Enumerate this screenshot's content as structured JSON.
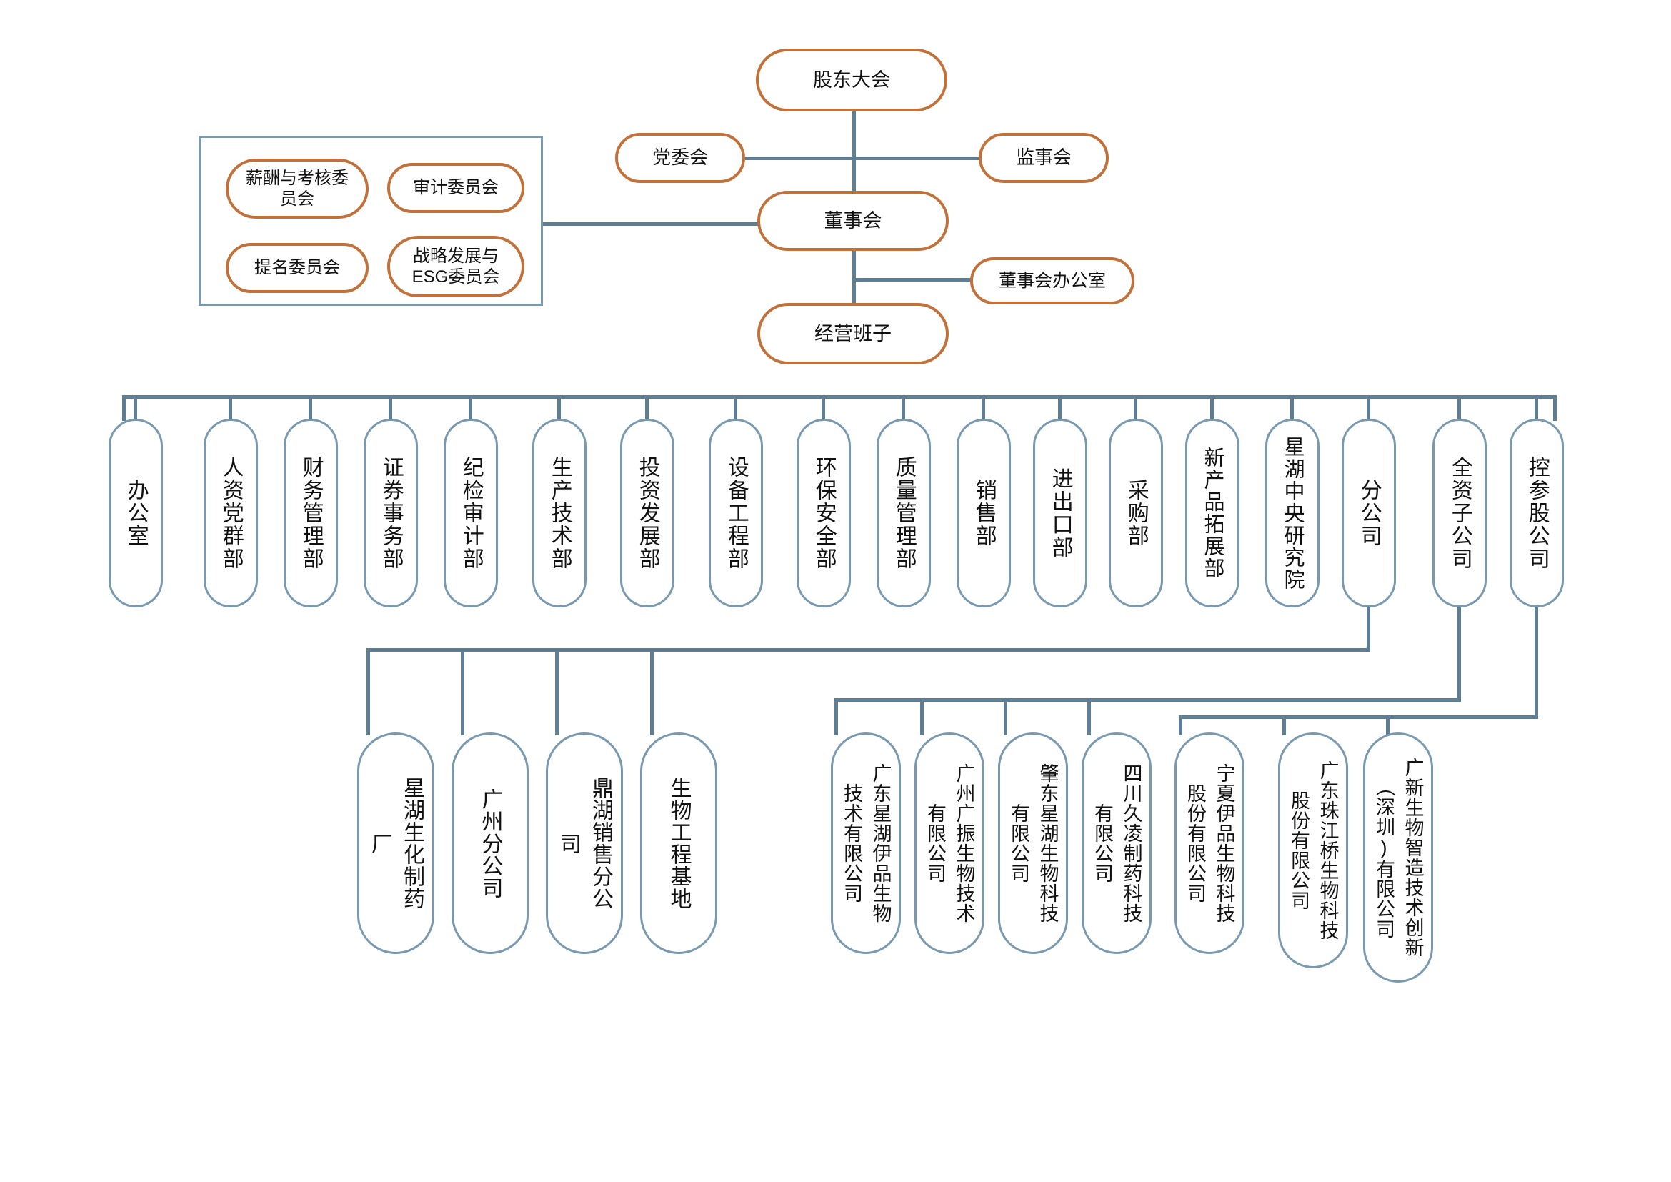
{
  "colors": {
    "orange": "#C1713A",
    "blue": "#7899AF",
    "line": "#5E7F93",
    "text": "#111111",
    "background": "#FFFFFF"
  },
  "top": {
    "shareholders_meeting": "股东大会",
    "party_committee": "党委会",
    "supervisory_board": "监事会",
    "board_of_directors": "董事会",
    "board_office": "董事会办公室",
    "management_team": "经营班子"
  },
  "committees": {
    "items": [
      {
        "label": "薪酬与考核委员会"
      },
      {
        "label": "审计委员会"
      },
      {
        "label": "提名委员会"
      },
      {
        "label": "战略发展与ESG委员会"
      }
    ]
  },
  "departments": [
    {
      "label": "办公室"
    },
    {
      "label": "人资党群部"
    },
    {
      "label": "财务管理部"
    },
    {
      "label": "证券事务部"
    },
    {
      "label": "纪检审计部"
    },
    {
      "label": "生产技术部"
    },
    {
      "label": "投资发展部"
    },
    {
      "label": "设备工程部"
    },
    {
      "label": "环保安全部"
    },
    {
      "label": "质量管理部"
    },
    {
      "label": "销售部"
    },
    {
      "label": "进出口部"
    },
    {
      "label": "采购部"
    },
    {
      "label": "新产品拓展部"
    },
    {
      "label": "星湖中央研究院"
    },
    {
      "label": "分公司"
    },
    {
      "label": "全资子公司"
    },
    {
      "label": "控参股公司"
    }
  ],
  "branches": {
    "label": "分公司",
    "items": [
      {
        "label": "星湖生化制药厂"
      },
      {
        "label": "广州分公司"
      },
      {
        "label": "鼎湖销售分公司"
      },
      {
        "label": "生物工程基地"
      }
    ]
  },
  "wholly_owned": {
    "label": "全资子公司",
    "items": [
      {
        "label": "广东星湖伊品生物技术有限公司"
      },
      {
        "label": "广州广振生物技术有限公司"
      },
      {
        "label": "肇东星湖生物科技有限公司"
      },
      {
        "label": "四川久凌制药科技有限公司"
      }
    ]
  },
  "holdings": {
    "label": "控参股公司",
    "items": [
      {
        "label": "宁夏伊品生物科技股份有限公司"
      },
      {
        "label": "广东珠江桥生物科技股份有限公司"
      },
      {
        "label": "广新生物智造技术创新（深圳)有限公司"
      }
    ]
  }
}
